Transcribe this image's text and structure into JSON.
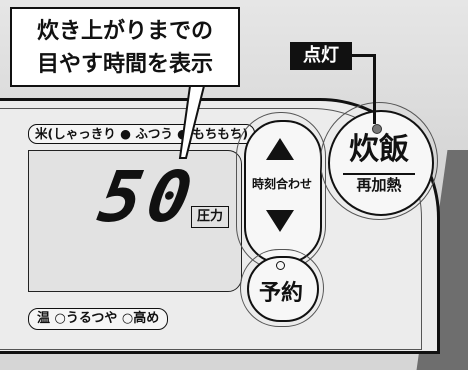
{
  "callout": {
    "line1": "炊き上がりまでの",
    "line2": "目やす時間を表示"
  },
  "lamp": {
    "label": "点灯"
  },
  "mode_selector": {
    "text": "米(しゃっきり ● ふつう ● もちもち)"
  },
  "display": {
    "digits": "50",
    "unit": "圧力"
  },
  "time_button": {
    "label": "時刻合わせ"
  },
  "reserve_button": {
    "label": "予約"
  },
  "cook_button": {
    "main": "炊飯",
    "sub": "再加熱"
  },
  "temp_selector": {
    "text": "温 ○うるつや ○高め"
  },
  "colors": {
    "panel": "#ececec",
    "outline": "#111111",
    "lamp_bg": "#111111",
    "background": "#d6d6d6"
  }
}
